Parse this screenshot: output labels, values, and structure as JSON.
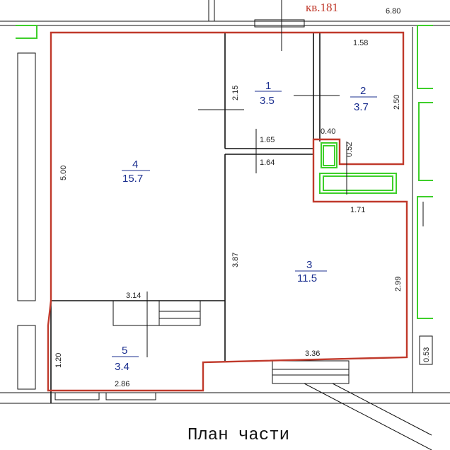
{
  "apartment_label": "кв.181",
  "caption": "План части",
  "rooms": [
    {
      "number": "1",
      "area": "3.5"
    },
    {
      "number": "2",
      "area": "3.7"
    },
    {
      "number": "3",
      "area": "11.5"
    },
    {
      "number": "4",
      "area": "15.7"
    },
    {
      "number": "5",
      "area": "3.4"
    }
  ],
  "dimensions": {
    "top_right": "6.80",
    "room2_width": "1.58",
    "room1_height": "2.15",
    "room2_height": "2.50",
    "corridor_top": "1.65",
    "corridor_bottom": "1.64",
    "niche_width": "0.40",
    "niche_height": "0.52",
    "room3_top": "1.71",
    "room4_height": "5.00",
    "room3_left": "3.87",
    "room3_right": "2.99",
    "room4_bottom": "3.14",
    "room3_bottom": "3.36",
    "room5_height": "1.20",
    "room5_width": "2.86",
    "outer_right": "0.53"
  },
  "colors": {
    "outline": "#c0392b",
    "room_labels": "#1b2f8f",
    "fixtures": "#3ecf2a"
  }
}
